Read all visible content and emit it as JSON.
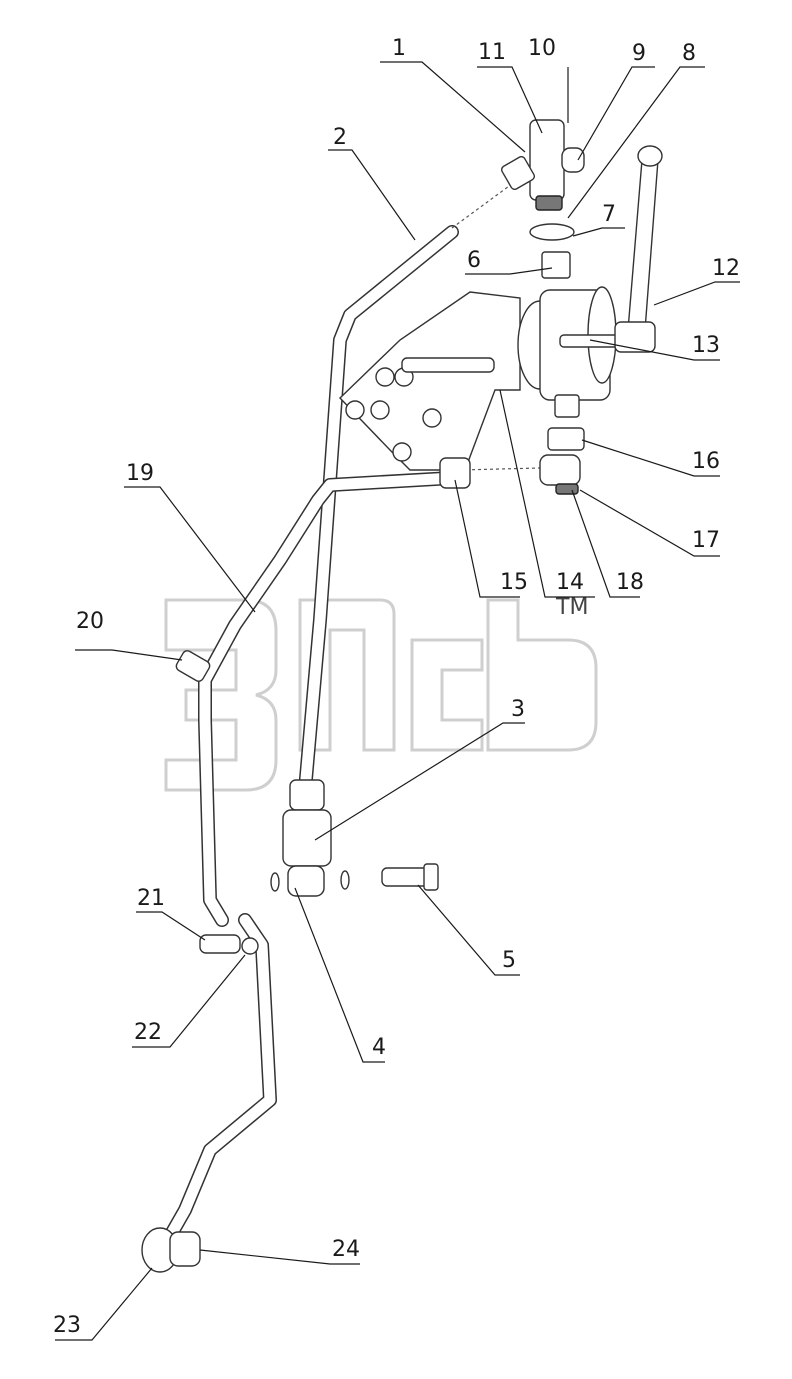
{
  "callouts": [
    {
      "id": "1",
      "label": "1"
    },
    {
      "id": "2",
      "label": "2"
    },
    {
      "id": "3",
      "label": "3"
    },
    {
      "id": "4",
      "label": "4"
    },
    {
      "id": "5",
      "label": "5"
    },
    {
      "id": "6",
      "label": "6"
    },
    {
      "id": "7",
      "label": "7"
    },
    {
      "id": "8",
      "label": "8"
    },
    {
      "id": "9",
      "label": "9"
    },
    {
      "id": "10",
      "label": "10"
    },
    {
      "id": "11",
      "label": "11"
    },
    {
      "id": "12",
      "label": "12"
    },
    {
      "id": "13",
      "label": "13"
    },
    {
      "id": "14",
      "label": "14"
    },
    {
      "id": "15",
      "label": "15"
    },
    {
      "id": "16",
      "label": "16"
    },
    {
      "id": "17",
      "label": "17"
    },
    {
      "id": "18",
      "label": "18"
    },
    {
      "id": "19",
      "label": "19"
    },
    {
      "id": "20",
      "label": "20"
    },
    {
      "id": "21",
      "label": "21"
    },
    {
      "id": "22",
      "label": "22"
    },
    {
      "id": "23",
      "label": "23"
    },
    {
      "id": "24",
      "label": "24"
    }
  ],
  "watermark": {
    "trademark": "TM"
  }
}
